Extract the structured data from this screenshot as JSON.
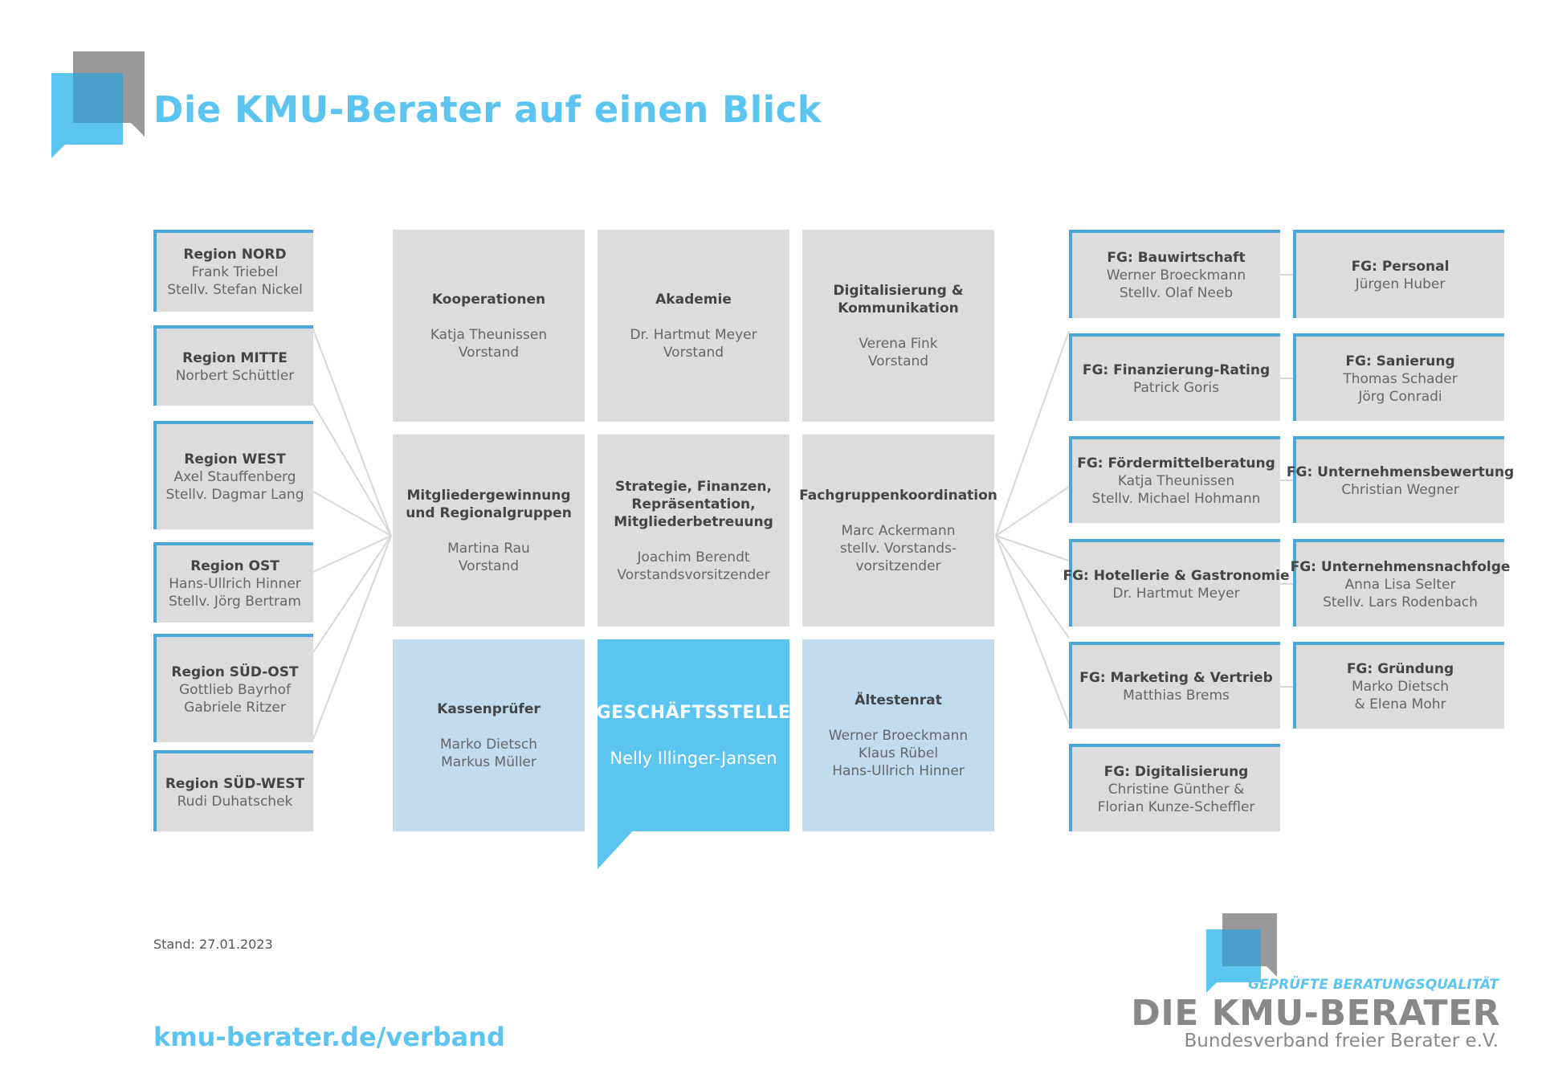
{
  "header": {
    "title": "Die KMU-Berater auf einen Blick"
  },
  "regions": [
    {
      "name": "Region NORD",
      "text": "Frank Triebel\nStellv. Stefan Nickel"
    },
    {
      "name": "Region MITTE",
      "text": "Norbert Schüttler"
    },
    {
      "name": "Region WEST",
      "text": "Axel Stauffenberg\nStellv. Dagmar Lang"
    },
    {
      "name": "Region OST",
      "text": "Hans-Ullrich Hinner\nStellv. Jörg Bertram"
    },
    {
      "name": "Region SÜD-OST",
      "text": "Gottlieb Bayrhof\nGabriele Ritzer"
    },
    {
      "name": "Region SÜD-WEST",
      "text": "Rudi Duhatschek"
    }
  ],
  "center": [
    {
      "name": "Kooperationen",
      "text": "Katja Theunissen\nVorstand"
    },
    {
      "name": "Akademie",
      "text": "Dr. Hartmut Meyer\nVorstand"
    },
    {
      "name": "Digitalisierung &\nKommunikation",
      "text": "Verena Fink\nVorstand"
    },
    {
      "name": "Mitgliedergewinnung\nund Regionalgruppen",
      "text": "Martina Rau\nVorstand"
    },
    {
      "name": "Strategie, Finanzen,\nRepräsentation,\nMitgliederbetreuung",
      "text": "Joachim Berendt\nVorstandsvorsitzender"
    },
    {
      "name": "Fachgruppenkoordination",
      "text": "Marc Ackermann\nstellv. Vorstands-\nvorsitzender"
    },
    {
      "name": "Kassenprüfer",
      "text": "Marko Dietsch\nMarkus Müller"
    },
    {
      "name": "GESCHÄFTSSTELLE",
      "text": "Nelly Illinger-Jansen"
    },
    {
      "name": "Ältestenrat",
      "text": "Werner Broeckmann\nKlaus Rübel\nHans-Ullrich Hinner"
    }
  ],
  "fachgruppen_left": [
    {
      "name": "FG: Bauwirtschaft",
      "text": "Werner Broeckmann\nStellv. Olaf Neeb"
    },
    {
      "name": "FG: Finanzierung-Rating",
      "text": "Patrick Goris"
    },
    {
      "name": "FG: Fördermittelberatung",
      "text": "Katja Theunissen\nStellv. Michael Hohmann"
    },
    {
      "name": "FG: Hotellerie & Gastronomie",
      "text": "Dr. Hartmut Meyer"
    },
    {
      "name": "FG: Marketing & Vertrieb",
      "text": "Matthias Brems"
    },
    {
      "name": "FG: Digitalisierung",
      "text": "Christine Günther &\nFlorian Kunze-Scheffler"
    }
  ],
  "fachgruppen_right": [
    {
      "name": "FG: Personal",
      "text": "Jürgen Huber"
    },
    {
      "name": "FG: Sanierung",
      "text": "Thomas Schader\nJörg Conradi"
    },
    {
      "name": "FG: Unternehmensbewertung",
      "text": "Christian Wegner"
    },
    {
      "name": "FG: Unternehmensnachfolge",
      "text": "Anna Lisa Selter\nStellv. Lars Rodenbach"
    },
    {
      "name": "FG: Gründung",
      "text": "Marko Dietsch\n& Elena Mohr"
    }
  ],
  "footer": {
    "stand": "Stand: 27.01.2023",
    "url": "kmu-berater.de/verband"
  },
  "brand": {
    "tagline": "GEPRÜFTE BERATUNGSQUALITÄT",
    "name": "DIE KMU-BERATER",
    "subtitle": "Bundesverband freier Berater e.V."
  },
  "colors": {
    "accent": "#5bc4f0",
    "box": "#dcdcdc",
    "light_box": "#c2dcef",
    "logo_gray": "#999999"
  }
}
